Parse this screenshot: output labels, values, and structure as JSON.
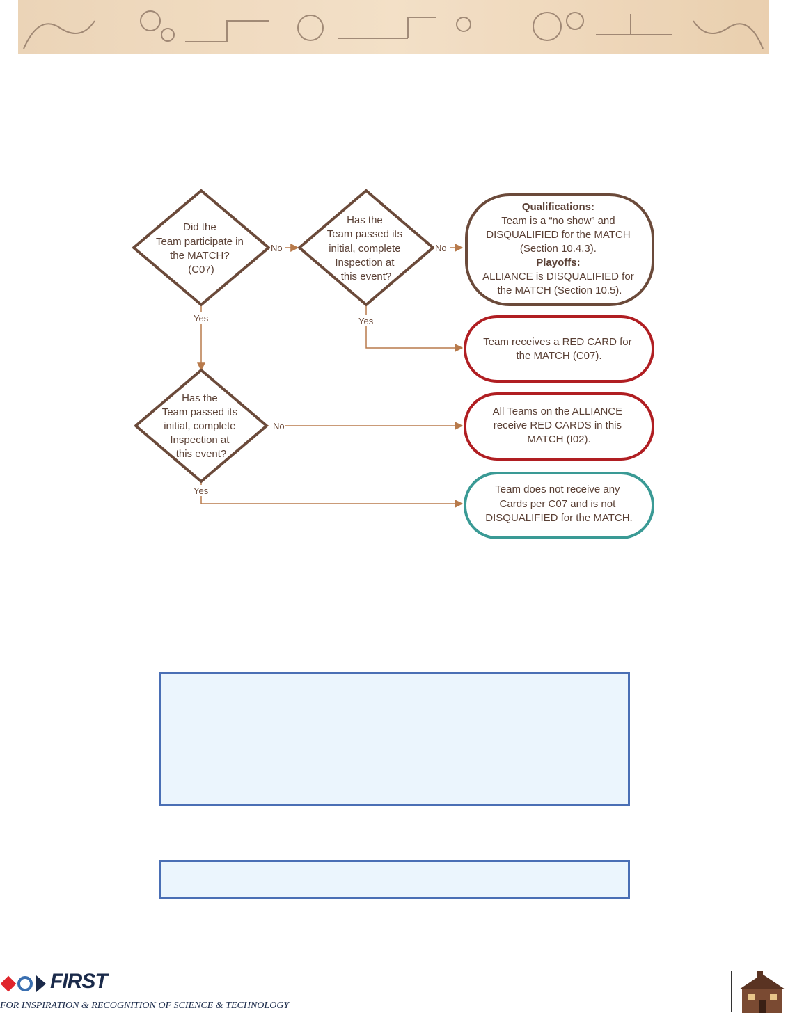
{
  "colors": {
    "brown": "#6b4a3a",
    "arrow": "#b87a4b",
    "red": "#b01e22",
    "teal": "#3a9a95",
    "note_bg": "#ebf5fd",
    "note_border": "#4a6fb5"
  },
  "flowchart": {
    "decision1": [
      "Did the",
      "Team participate in",
      "the MATCH?",
      "(C07)"
    ],
    "decision2": [
      "Has the",
      "Team passed its",
      "initial, complete",
      "Inspection at",
      "this event?"
    ],
    "decision3": [
      "Has the",
      "Team passed its",
      "initial, complete",
      "Inspection at",
      "this event?"
    ],
    "edges": {
      "no": "No",
      "yes": "Yes"
    },
    "outcome_no_show": {
      "q_title": "Qualifications:",
      "q_lines": [
        "Team is a “no show” and",
        "DISQUALIFIED for the MATCH",
        "(Section 10.4.3)."
      ],
      "p_title": "Playoffs:",
      "p_lines": [
        "ALLIANCE is DISQUALIFIED for",
        "the MATCH (Section 10.5)."
      ]
    },
    "outcome_red_card": [
      "Team receives a RED CARD for",
      "the MATCH (C07)."
    ],
    "outcome_alliance_red": [
      "All Teams on the ALLIANCE",
      "receive RED CARDS in this",
      "MATCH (I02)."
    ],
    "outcome_no_card": [
      "Team does not receive any",
      "Cards per C07 and is not",
      "DISQUALIFIED for the MATCH."
    ]
  },
  "footer": {
    "wordmark": "FIRST",
    "tagline": "FOR INSPIRATION & RECOGNITION OF SCIENCE & TECHNOLOGY"
  }
}
